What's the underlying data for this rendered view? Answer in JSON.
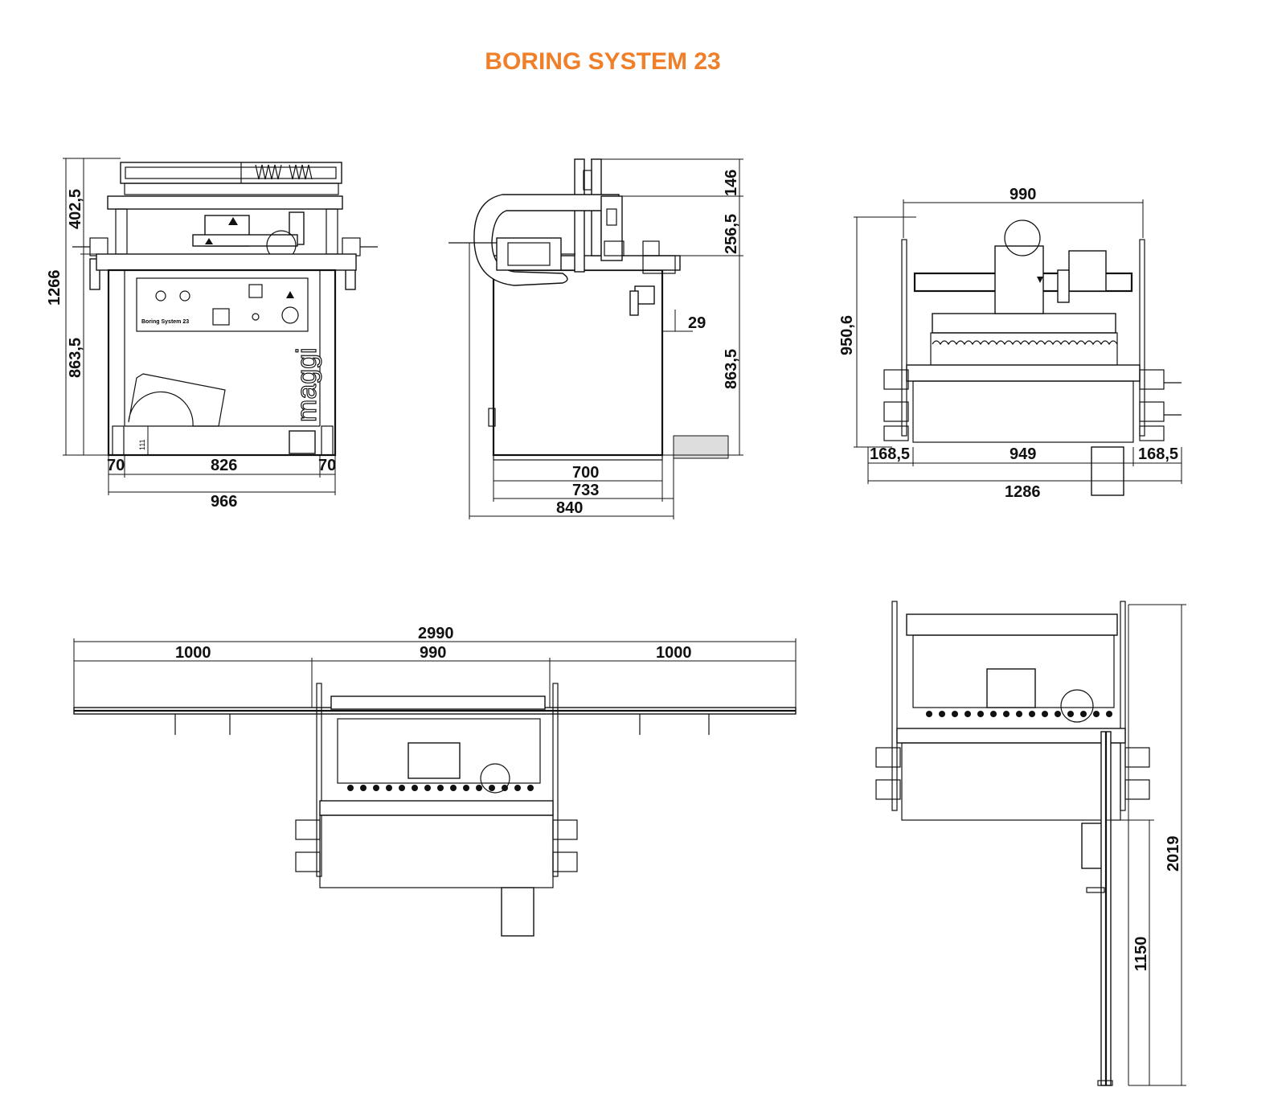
{
  "title": "BORING SYSTEM 23",
  "accent_color": "#f07f2a",
  "front_view": {
    "brand_text": "maggi",
    "panel_text": "Boring System 23",
    "dims": {
      "total_height": "1266",
      "upper_height": "402,5",
      "lower_height": "863,5",
      "small_height": "111",
      "left_offset": "70",
      "inner_width": "826",
      "right_offset": "70",
      "total_width": "966"
    }
  },
  "side_view": {
    "dims": {
      "top_height": "146",
      "mid_height": "256,5",
      "lower_height": "863,5",
      "depth_small": "29",
      "width_700": "700",
      "width_733": "733",
      "width_840": "840"
    }
  },
  "plan_view": {
    "dims": {
      "top_width": "990",
      "height": "950,6",
      "left_ext": "168,5",
      "middle": "949",
      "right_ext": "168,5",
      "total": "1286"
    }
  },
  "bottom_left_view": {
    "dims": {
      "total": "2990",
      "left_ext": "1000",
      "middle": "990",
      "right_ext": "1000"
    }
  },
  "bottom_right_view": {
    "dims": {
      "total_height": "2019",
      "ext_height": "1150"
    }
  }
}
